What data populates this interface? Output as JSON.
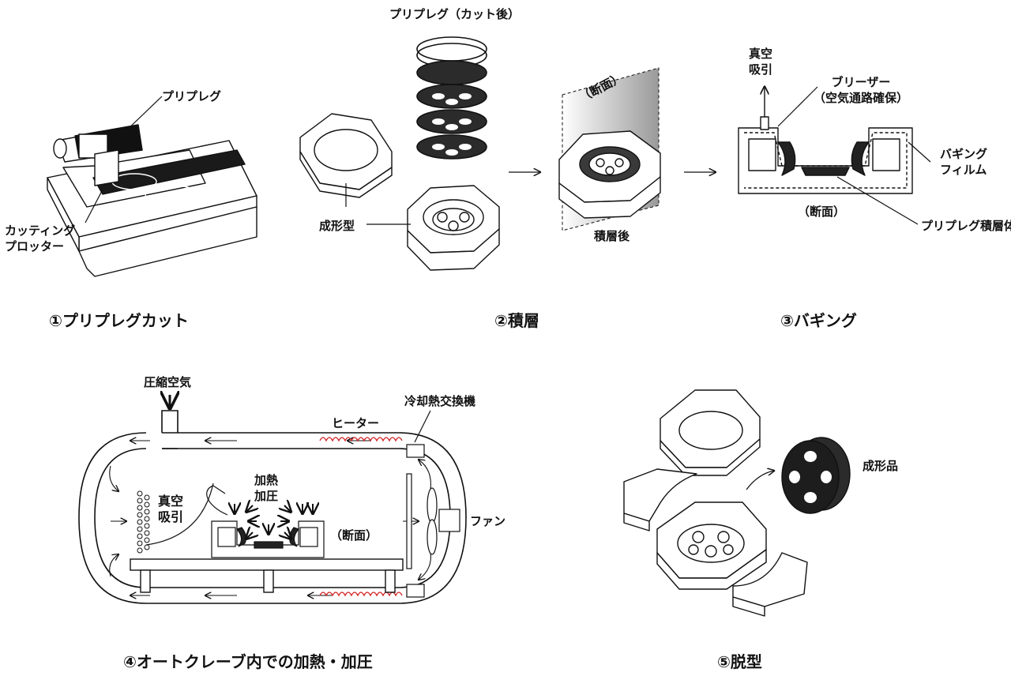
{
  "panel1": {
    "prepreg": "プリプレグ",
    "plotter_line1": "カッティング",
    "plotter_line2": "プロッター",
    "caption": "①プリプレグカット"
  },
  "panel2": {
    "cut_prepreg": "プリプレグ（カット後）",
    "mold": "成形型",
    "after_layup": "積層後",
    "section": "（断面）",
    "caption": "②積層"
  },
  "panel3": {
    "vacuum_line1": "真空",
    "vacuum_line2": "吸引",
    "breather_line1": "ブリーザー",
    "breather_line2": "（空気通路確保）",
    "bagging_line1": "バギング",
    "bagging_line2": "フィルム",
    "section": "（断面）",
    "laminate": "プリプレグ積層体",
    "caption": "③バギング"
  },
  "panel4": {
    "compressed_air": "圧縮空気",
    "cooling": "冷却熱交換機",
    "heater": "ヒーター",
    "heat_line1": "加熱",
    "heat_line2": "加圧",
    "vacuum_line1": "真空",
    "vacuum_line2": "吸引",
    "section": "（断面）",
    "fan": "ファン",
    "caption": "④オートクレーブ内での加熱・加圧"
  },
  "panel5": {
    "product": "成形品",
    "caption": "⑤脱型"
  },
  "colors": {
    "line": "#111111",
    "heater": "#d32020",
    "gray": "#555555"
  }
}
